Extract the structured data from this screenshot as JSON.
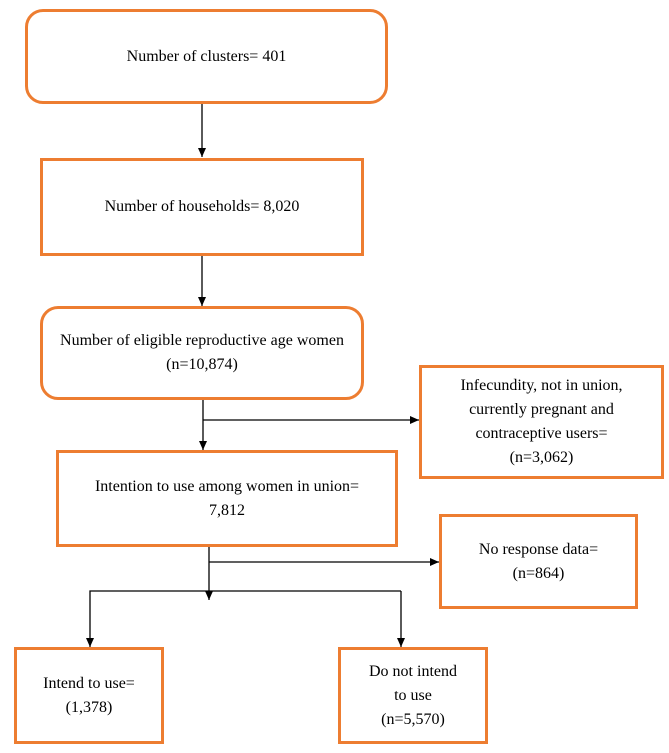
{
  "colors": {
    "box_border": "#ED7D31",
    "line": "#000000"
  },
  "boxes": {
    "clusters": "Number of clusters= 401",
    "households": "Number of households= 8,020",
    "eligible": "Number of eligible reproductive age women\n(n=10,874)",
    "infecundity": "Infecundity, not in union,\ncurrently pregnant and\ncontraceptive users=\n(n=3,062)",
    "intention": "Intention to use among women in union=\n7,812",
    "no_response": "No response data=\n(n=864)",
    "intend": "Intend to use=\n(1,378)",
    "not_intend": "Do not intend\nto use\n(n=5,570)"
  }
}
